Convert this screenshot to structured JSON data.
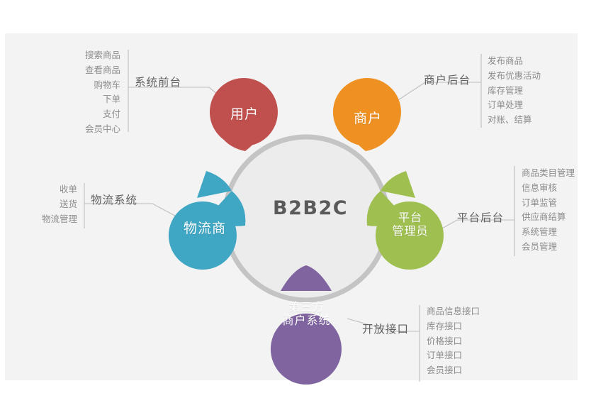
{
  "diagram": {
    "center_label": "B2B2C",
    "background_color": "#f3f3f3",
    "ring_color": "#c4c4c4",
    "connector_color": "#bdbdbd",
    "nodes": [
      {
        "id": "user",
        "label": "用户",
        "color": "#c0504d"
      },
      {
        "id": "merchant",
        "label": "商户",
        "color": "#ee9122"
      },
      {
        "id": "platform",
        "label_line1": "平台",
        "label_line2": "管理员",
        "color": "#9fc051"
      },
      {
        "id": "thirdparty",
        "label_line1": "第三方",
        "label_line2": "商户系统",
        "color": "#7f64a0"
      },
      {
        "id": "logistics",
        "label": "物流商",
        "color": "#3fa6c4"
      }
    ],
    "branches": [
      {
        "id": "front-office",
        "title": "系统前台",
        "side": "left",
        "items": [
          "搜索商品",
          "查看商品",
          "购物车",
          "下单",
          "支付",
          "会员中心"
        ]
      },
      {
        "id": "merchant-backend",
        "title": "商户后台",
        "side": "right",
        "items": [
          "发布商品",
          "发布优惠活动",
          "库存管理",
          "订单处理",
          "对账、结算"
        ]
      },
      {
        "id": "platform-backend",
        "title": "平台后台",
        "side": "right",
        "items": [
          "商品类目管理",
          "信息审核",
          "订单监管",
          "供应商结算",
          "系统管理",
          "会员管理"
        ]
      },
      {
        "id": "open-api",
        "title": "开放接口",
        "side": "right",
        "items": [
          "商品信息接口",
          "库存接口",
          "价格接口",
          "订单接口",
          "会员接口"
        ]
      },
      {
        "id": "logistics-system",
        "title": "物流系统",
        "side": "left",
        "items": [
          "收单",
          "送货",
          "物流管理"
        ]
      }
    ]
  }
}
